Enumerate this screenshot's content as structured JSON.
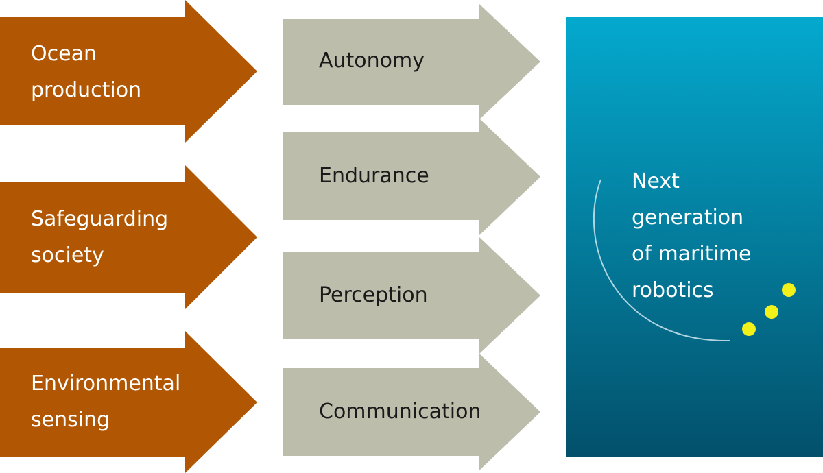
{
  "colors": {
    "orange_arrow": "#b15602",
    "gray_arrow": "#bdbdab",
    "panel_top": "#04a9ce",
    "panel_bottom": "#03506b",
    "dots": "#f2f21a",
    "text_light": "#ffffff",
    "text_dark": "#1a1a1a"
  },
  "drivers": [
    {
      "label": "Ocean\nproduction"
    },
    {
      "label": "Safeguarding\nsociety"
    },
    {
      "label": "Environmental\nsensing"
    }
  ],
  "capabilities": [
    {
      "label": "Autonomy"
    },
    {
      "label": "Endurance"
    },
    {
      "label": "Perception"
    },
    {
      "label": "Communication"
    }
  ],
  "outcome": {
    "label": "Next\ngeneration\nof maritime\nrobotics",
    "decoration": [
      "arc-line",
      "three-dots"
    ]
  }
}
